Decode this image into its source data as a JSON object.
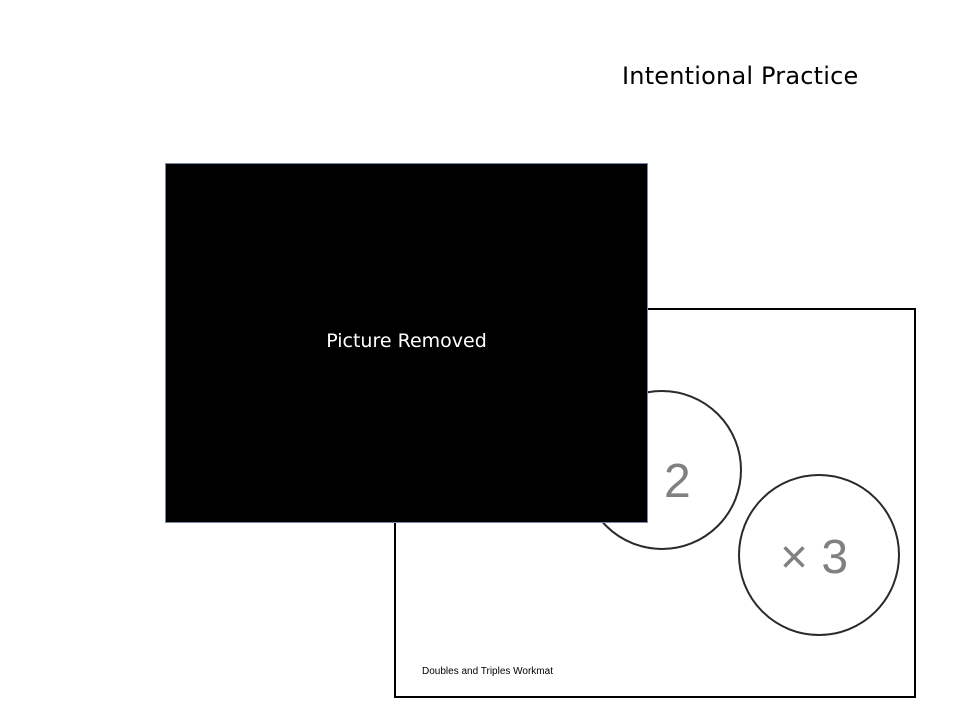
{
  "slide": {
    "title": "Intentional Practice"
  },
  "workmat": {
    "double_label": "2",
    "triple_label": "× 3",
    "caption": "Doubles and Triples Workmat"
  },
  "placeholder": {
    "text": "Picture Removed"
  },
  "colors": {
    "background": "#ffffff",
    "placeholder_fill": "#000000",
    "circle_label": "#808080"
  }
}
